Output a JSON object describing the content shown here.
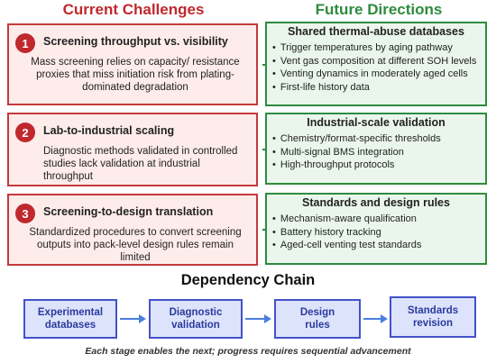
{
  "headers": {
    "current": "Current Challenges",
    "future": "Future Directions"
  },
  "challenges": [
    {
      "number": "1",
      "title": "Screening throughput vs. visibility",
      "description": "Mass screening relies on capacity/ resistance proxies that miss initiation risk from plating-dominated degradation"
    },
    {
      "number": "2",
      "title": "Lab-to-industrial scaling",
      "description": "Diagnostic methods validated in controlled studies lack validation at industrial throughput"
    },
    {
      "number": "3",
      "title": "Screening-to-design translation",
      "description": "Standardized procedures to convert screening outputs into pack-level design rules remain limited"
    }
  ],
  "directions": [
    {
      "title": "Shared thermal-abuse databases",
      "items": [
        "Trigger temperatures by aging pathway",
        "Vent gas composition at different SOH levels",
        "Venting dynamics in moderately aged cells",
        "First-life history data"
      ]
    },
    {
      "title": "Industrial-scale validation",
      "items": [
        "Chemistry/format-specific thresholds",
        "Multi-signal BMS integration",
        "High-throughput protocols"
      ]
    },
    {
      "title": "Standards and design rules",
      "items": [
        "Mechanism-aware qualification",
        "Battery history tracking",
        "Aged-cell venting test standards"
      ]
    }
  ],
  "dependency": {
    "title": "Dependency Chain",
    "stages": [
      "Experimental\ndatabases",
      "Diagnostic\nvalidation",
      "Design\nrules",
      "Standards\nrevision"
    ],
    "footnote": "Each stage enables the next; progress requires sequential advancement"
  },
  "colors": {
    "challenge_accent": "#c0282d",
    "future_accent": "#2e8b3e",
    "stage_accent": "#4252c9"
  }
}
